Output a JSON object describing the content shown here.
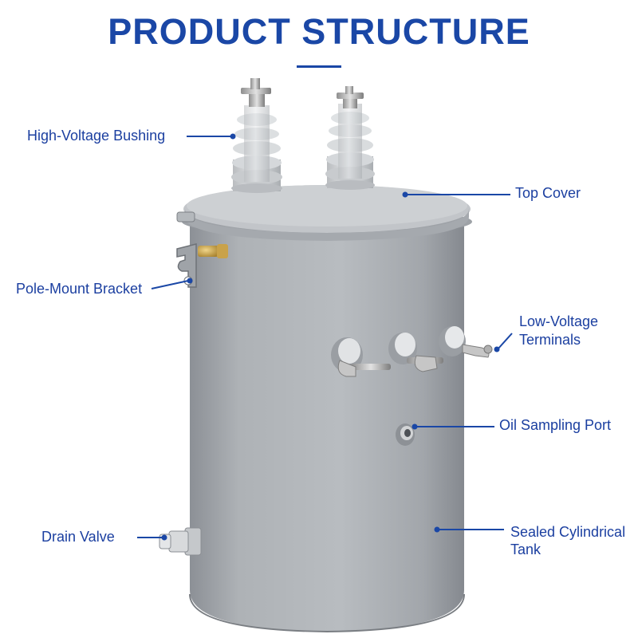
{
  "title": "PRODUCT STRUCTURE",
  "colors": {
    "accent": "#1a47a6",
    "tank_body": "#a7abb0",
    "insulator": "#d3d6d9"
  },
  "callouts": {
    "hv_bushing": "High-Voltage Bushing",
    "top_cover": "Top Cover",
    "pole_mount_bracket": "Pole-Mount Bracket",
    "lv_terminals_line1": "Low-Voltage",
    "lv_terminals_line2": "Terminals",
    "oil_sampling_port": "Oil Sampling Port",
    "drain_valve": "Drain Valve",
    "sealed_tank_line1": "Sealed Cylindrical",
    "sealed_tank_line2": "Tank"
  }
}
